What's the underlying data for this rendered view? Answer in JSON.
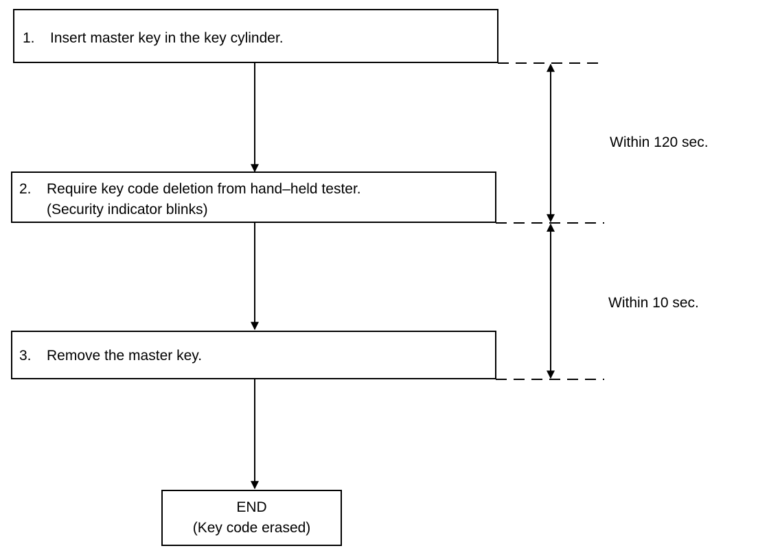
{
  "steps": [
    {
      "number": "1.",
      "text": "Insert master key in the key cylinder."
    },
    {
      "number": "2.",
      "text": "Require key code deletion from hand–held tester.",
      "subtext": "(Security indicator blinks)"
    },
    {
      "number": "3.",
      "text": "Remove the master key."
    }
  ],
  "end": {
    "title": "END",
    "subtitle": "(Key code erased)"
  },
  "timings": [
    {
      "label": "Within 120 sec."
    },
    {
      "label": "Within 10 sec."
    }
  ]
}
